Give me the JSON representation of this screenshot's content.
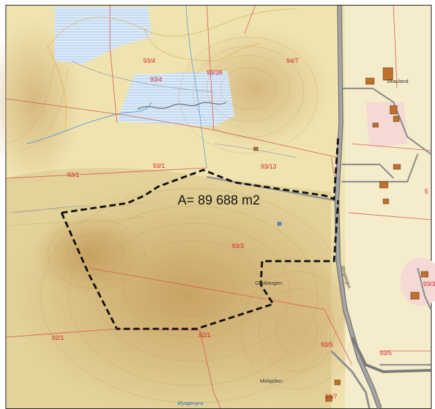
{
  "map": {
    "area_annotation": "A= 89 688 m2",
    "parcels": [
      "93/4",
      "93/4",
      "93/38",
      "94/7",
      "93/1",
      "93/1",
      "93/13",
      "93/3",
      "92/1",
      "92/1",
      "93/5",
      "93/5",
      "93/7",
      "5",
      "93/3"
    ],
    "places": [
      "Skauland",
      "Ospbaugen",
      "Mohjellen"
    ],
    "water": [
      "Øyagenyra"
    ],
    "roads": [
      "Ringvegen"
    ],
    "colors": {
      "border_dash": "#111111",
      "parcel_lines": "#d9534f",
      "parcel_text": "#d11f2b",
      "main_road": "#8e8e8e",
      "marsh": "#d9e9f8",
      "terrain_light": "#efe3b0",
      "terrain_dark": "#c7a161"
    }
  }
}
